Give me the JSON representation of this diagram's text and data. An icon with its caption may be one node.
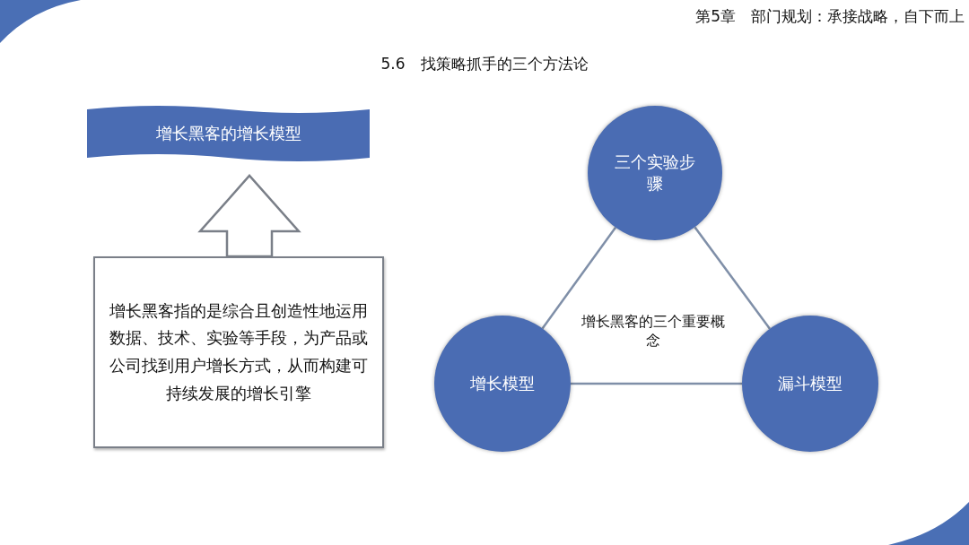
{
  "diagram": {
    "title": "5.6　找策略抓手的三个方法论",
    "nodes": [
      {
        "text": [
          "增长黑客的增长模型"
        ]
      },
      {
        "text": [
          "增长黑客指的是综合且创造性地运用数据、技术、实验等手段，为产品或公司找到用户增长方式，从而构建可持续发展的增长引擎"
        ]
      },
      {
        "text": [
          "三个实验步骤"
        ]
      },
      {
        "text": [
          "增长模型"
        ]
      },
      {
        "text": [
          "漏斗模型"
        ]
      }
    ],
    "edges": [
      {
        "from": 1,
        "to": 0,
        "arrow": "to",
        "style": "thick"
      },
      {
        "from": 2,
        "to": 3,
        "arrow": "none"
      },
      {
        "from": 2,
        "to": 4,
        "arrow": "none"
      },
      {
        "from": 3,
        "to": 4,
        "arrow": "none"
      }
    ],
    "labels": [
      "第5章　部门规划：承接战略，自下而上",
      "增长黑客的三个重要概念"
    ]
  }
}
